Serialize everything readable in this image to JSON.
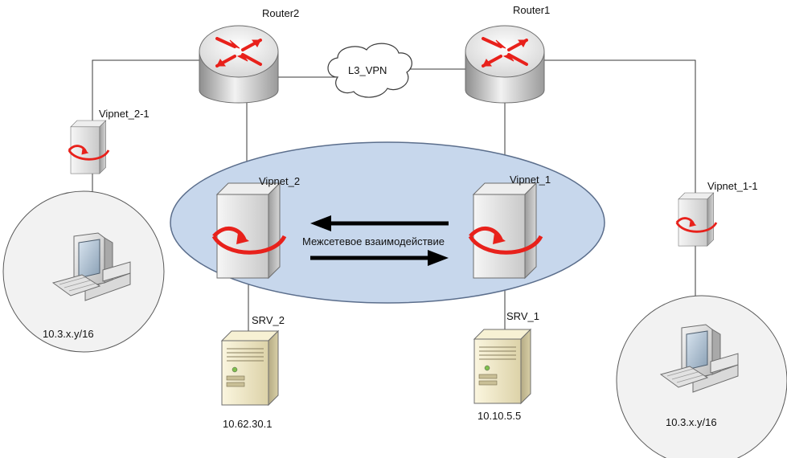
{
  "routers": {
    "router2": {
      "label": "Router2"
    },
    "router1": {
      "label": "Router1"
    }
  },
  "vpn": {
    "label": "L3_VPN"
  },
  "gateways": {
    "vipnet_2_1": {
      "label": "Vipnet_2-1"
    },
    "vipnet_2": {
      "label": "Vipnet_2"
    },
    "vipnet_1": {
      "label": "Vipnet_1"
    },
    "vipnet_1_1": {
      "label": "Vipnet_1-1"
    }
  },
  "interaction": {
    "label": "Межсетевое взаимодействие"
  },
  "servers": {
    "srv_2": {
      "label": "SRV_2",
      "ip": "10.62.30.1"
    },
    "srv_1": {
      "label": "SRV_1",
      "ip": "10.10.5.5"
    }
  },
  "networks": {
    "left": {
      "label": "10.3.x.y/16"
    },
    "right": {
      "label": "10.3.x.y/16"
    }
  },
  "colors": {
    "ellipse_fill": "#c7d7ec",
    "ellipse_stroke": "#5b6e8c",
    "router_arrow": "#e8211b",
    "line": "#3a3a3a"
  }
}
